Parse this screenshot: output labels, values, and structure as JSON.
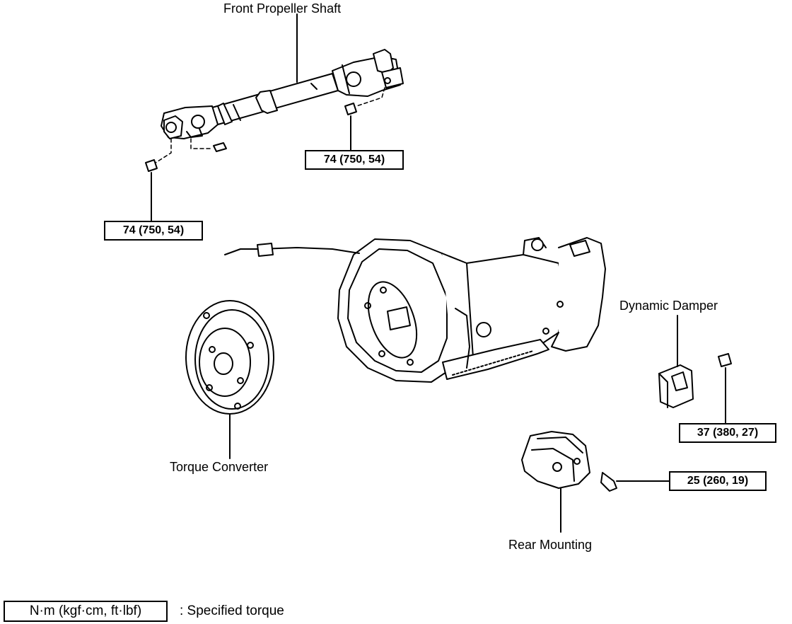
{
  "labels": {
    "front_propeller_shaft": "Front Propeller Shaft",
    "dynamic_damper": "Dynamic Damper",
    "torque_converter": "Torque Converter",
    "rear_mounting": "Rear Mounting"
  },
  "torque_specs": {
    "shaft_rear_flange": "74 (750, 54)",
    "shaft_front_flange": "74 (750, 54)",
    "dynamic_damper_bolt": "37 (380, 27)",
    "rear_mounting_bolt": "25 (260, 19)"
  },
  "legend": {
    "unit_box": "N·m (kgf·cm, ft·lbf)",
    "description": ":  Specified torque"
  }
}
